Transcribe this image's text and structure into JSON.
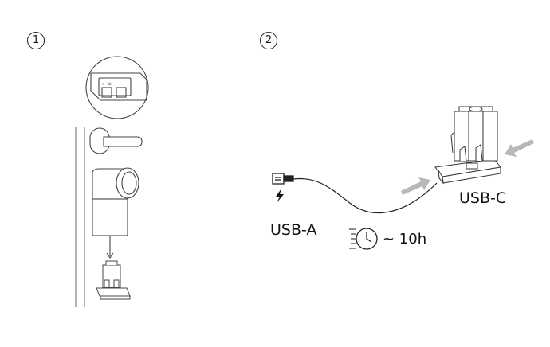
{
  "steps": {
    "one": "1",
    "two": "2"
  },
  "labels": {
    "usb_c": "USB-C",
    "usb_a": "USB-A",
    "duration": "~ 10h"
  },
  "colors": {
    "line": "#222222",
    "arrow": "#b8b8b8",
    "stroke_light": "#555555"
  }
}
